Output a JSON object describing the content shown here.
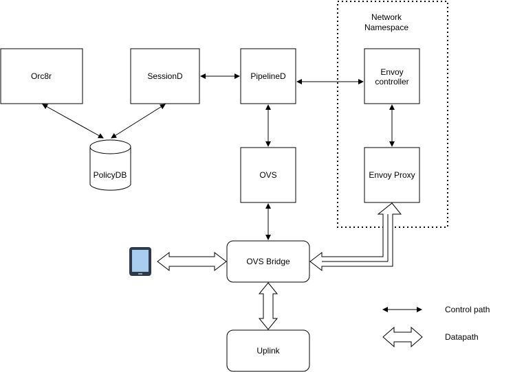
{
  "diagram": {
    "namespace_label_line1": "Network",
    "namespace_label_line2": "Namespace",
    "nodes": {
      "orc8r": "Orc8r",
      "sessiond": "SessionD",
      "pipelined": "PipelineD",
      "envoy_controller_line1": "Envoy",
      "envoy_controller_line2": "controller",
      "policydb": "PolicyDB",
      "ovs": "OVS",
      "envoy_proxy": "Envoy Proxy",
      "ovs_bridge": "OVS Bridge",
      "uplink": "Uplink"
    },
    "device_icon": "tablet-icon"
  },
  "legend": {
    "control_path": "Control path",
    "datapath": "Datapath"
  },
  "colors": {
    "stroke": "#000000",
    "background": "#ffffff",
    "tablet_body": "#2f3b4a",
    "tablet_screen": "#a8cdf0"
  }
}
